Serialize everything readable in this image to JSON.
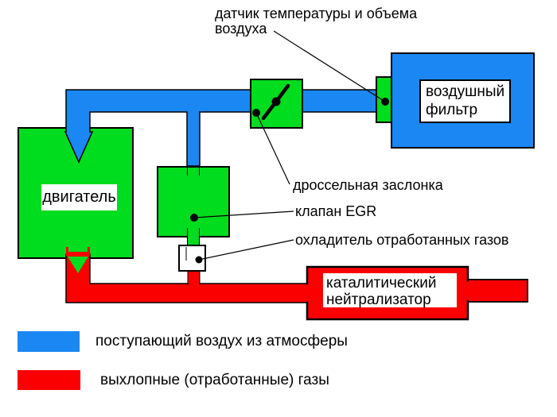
{
  "colors": {
    "intake_air_blue": "#1b87f2",
    "component_green": "#00dc1e",
    "exhaust_red": "#fa0000",
    "outline_black": "#000000",
    "label_box_white": "#ffffff"
  },
  "callouts": {
    "sensor": "датчик температуры и объема\nвоздуха",
    "throttle": "дроссельная заслонка",
    "egr_valve": "клапан EGR",
    "cooler": "охладитель отработанных газов"
  },
  "components": {
    "engine": "двигатель",
    "air_filter": "воздушный\nфильтр",
    "catalytic_converter": "каталитический\nнейтрализатор"
  },
  "legend": {
    "items": [
      {
        "swatch_color": "#1b87f2",
        "label": "поступающий воздух из атмосферы"
      },
      {
        "swatch_color": "#fa0000",
        "label": "выхлопные (отработанные) газы"
      }
    ]
  }
}
